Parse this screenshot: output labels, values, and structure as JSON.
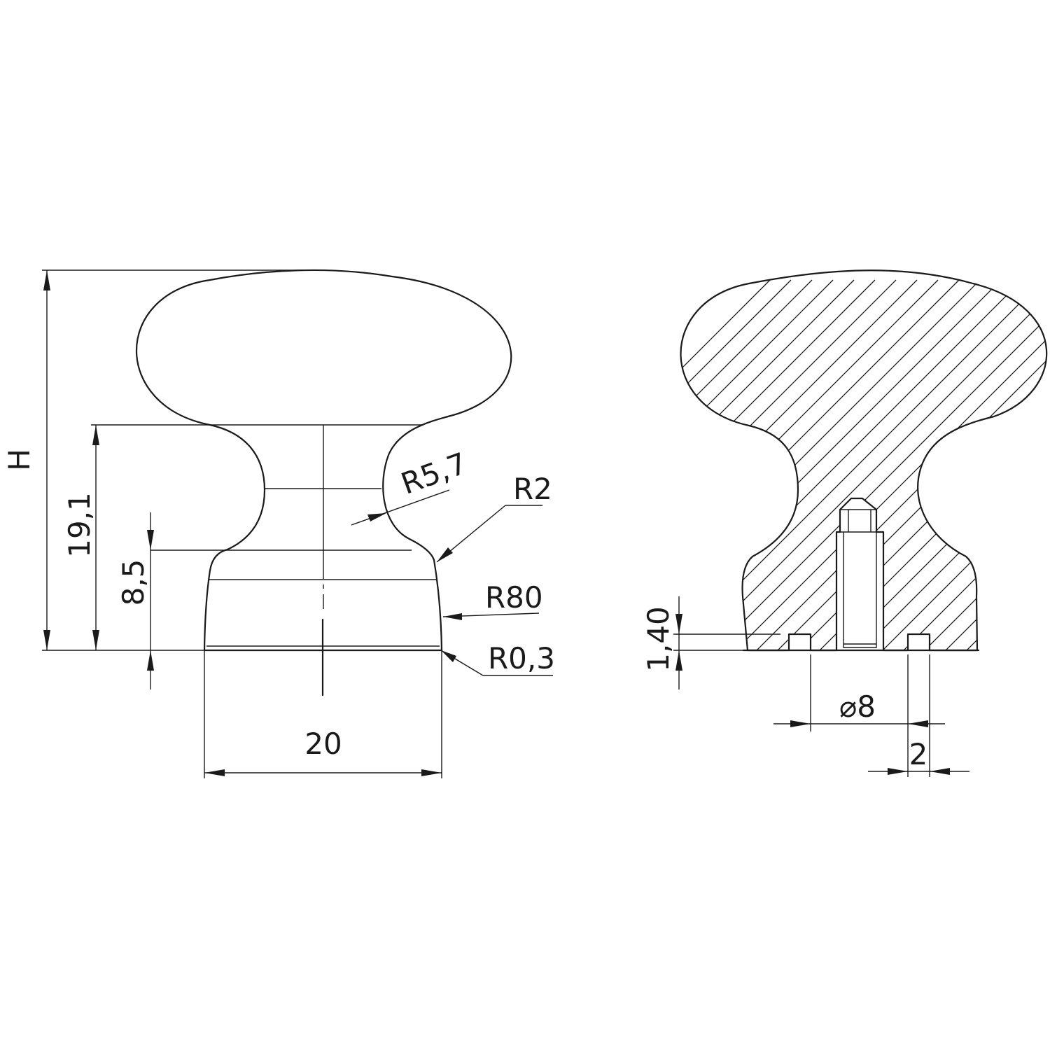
{
  "dimensions": {
    "height": "H",
    "neck_height": "19,1",
    "base_height": "8,5",
    "radius_neck": "R5,7",
    "radius_fillet": "R2",
    "radius_base_side": "R80",
    "radius_base_edge": "R0,3",
    "base_width": "20",
    "recess_depth": "1,40",
    "ring_diameter": "⌀8",
    "ring_width": "2"
  },
  "colors": {
    "line": "#1a1a1a",
    "background": "#ffffff"
  }
}
